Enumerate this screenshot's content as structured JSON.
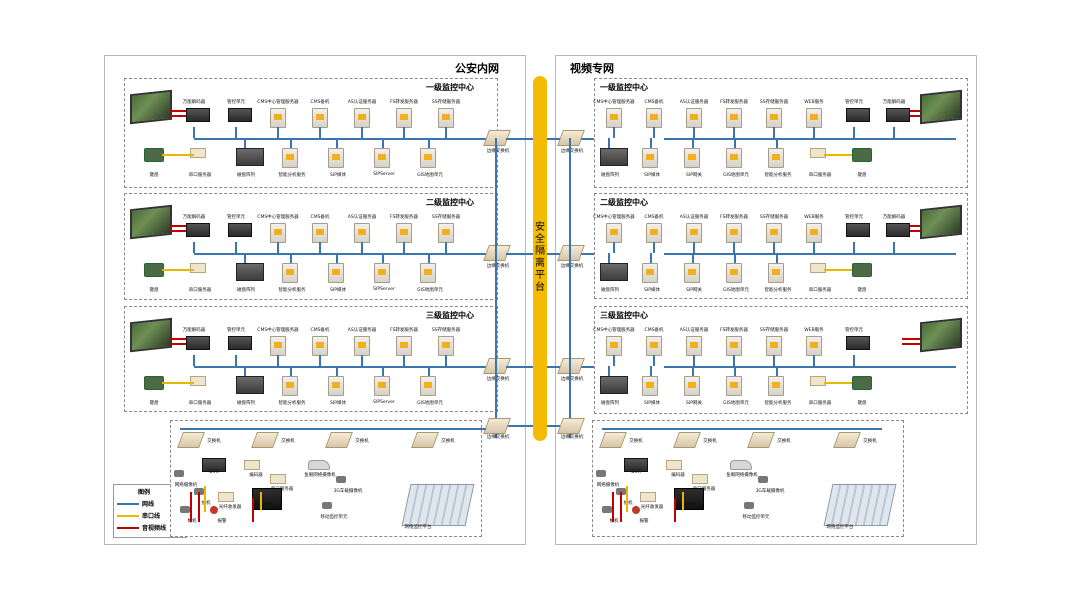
{
  "left_panel": {
    "title": "公安内网",
    "centers": [
      {
        "title": "一级监控中心",
        "top_devices": [
          "万能解码器",
          "管控单元",
          "CMS中心管理服务器",
          "CMS备机",
          "AS认证服务器",
          "FS转发服务器",
          "SS存储服务器"
        ],
        "bottom_devices": [
          "键盘",
          "串口服务器",
          "磁盘阵列",
          "智能分析服务",
          "SIP媒体",
          "SIPServer",
          "GIS地图单元"
        ]
      },
      {
        "title": "二级监控中心",
        "top_devices": [
          "万能解码器",
          "管控单元",
          "CMS中心管理服务器",
          "CMS备机",
          "AS认证服务器",
          "FS转发服务器",
          "SS存储服务器"
        ],
        "bottom_devices": [
          "键盘",
          "串口服务器",
          "磁盘阵列",
          "智能分析服务",
          "SIP媒体",
          "SIPServer",
          "GIS地图单元"
        ]
      },
      {
        "title": "三级监控中心",
        "top_devices": [
          "万能解码器",
          "管控单元",
          "CMS中心管理服务器",
          "CMS备机",
          "AS认证服务器",
          "FS转发服务器",
          "SS存储服务器"
        ],
        "bottom_devices": [
          "键盘",
          "串口服务器",
          "磁盘阵列",
          "智能分析服务",
          "SIP媒体",
          "SIPServer",
          "GIS地图单元"
        ]
      }
    ],
    "gateway_label": "边缘交换机",
    "access": {
      "switch_label": "交换机",
      "devices": [
        "网络摄像机",
        "DVR",
        "拾机",
        "枪机",
        "报警",
        "串口服务器",
        "编码器",
        "模拟矩阵",
        "鱼眼网络摄像机",
        "3G车载摄像机",
        "移动监控单元",
        "网络监控平台",
        "光纤收发器"
      ]
    }
  },
  "right_panel": {
    "title": "视频专网",
    "centers": [
      {
        "title": "一级监控中心",
        "top_devices": [
          "CMS中心管理服务器",
          "CMS备机",
          "AS认证服务器",
          "FS转发服务器",
          "SS存储服务器",
          "WEB服务",
          "管控单元",
          "万能解码器"
        ],
        "bottom_devices": [
          "磁盘阵列",
          "SIP媒体",
          "SIP网关",
          "GIS地图单元",
          "智能分析服务",
          "串口服务器",
          "键盘"
        ]
      },
      {
        "title": "二级监控中心",
        "top_devices": [
          "CMS中心管理服务器",
          "CMS备机",
          "AS认证服务器",
          "FS转发服务器",
          "SS存储服务器",
          "WEB服务",
          "管控单元",
          "万能解码器"
        ],
        "bottom_devices": [
          "磁盘阵列",
          "SIP媒体",
          "SIP网关",
          "GIS地图单元",
          "智能分析服务",
          "串口服务器",
          "键盘"
        ]
      },
      {
        "title": "三级监控中心",
        "top_devices": [
          "CMS中心管理服务器",
          "CMS备机",
          "AS认证服务器",
          "FS转发服务器",
          "SS存储服务器",
          "WEB服务",
          "管控单元"
        ],
        "bottom_devices": [
          "磁盘阵列",
          "SIP媒体",
          "SIP网关",
          "GIS地图单元",
          "智能分析服务",
          "串口服务器",
          "键盘"
        ]
      }
    ],
    "gateway_label": "边缘交换机",
    "access": {
      "switch_label": "交换机",
      "devices": [
        "网络摄像机",
        "DVR",
        "拾机",
        "枪机",
        "报警",
        "串口服务器",
        "编码器",
        "模拟矩阵",
        "鱼眼网络摄像机",
        "3G车载摄像机",
        "移动监控单元",
        "网络监控平台",
        "光纤收发器"
      ]
    }
  },
  "safe_platform": {
    "chars": [
      "安",
      "全",
      "隔",
      "离",
      "平",
      "台"
    ]
  },
  "legend": {
    "title": "图例",
    "items": [
      {
        "label": "网线",
        "color": "#3a75b0"
      },
      {
        "label": "串口线",
        "color": "#e6b800"
      },
      {
        "label": "音视频线",
        "color": "#c00000"
      }
    ]
  }
}
